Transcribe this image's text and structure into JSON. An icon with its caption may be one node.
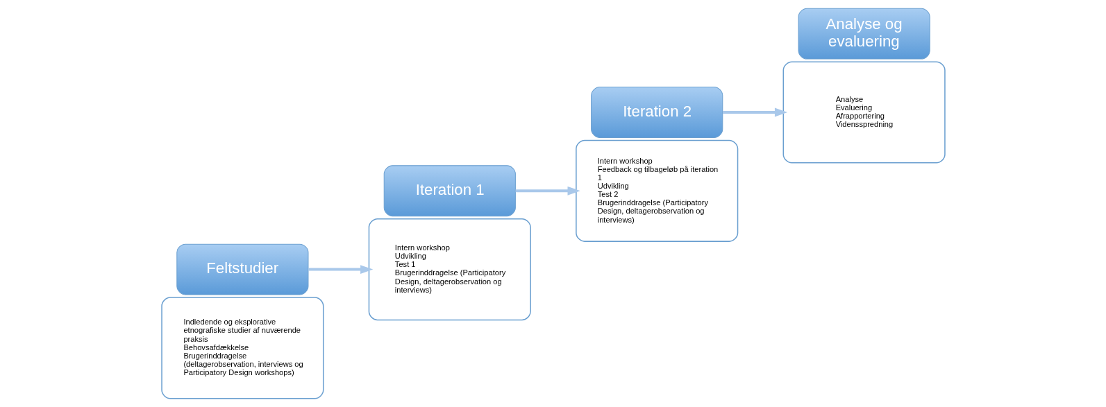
{
  "diagram": {
    "nodes": [
      {
        "text": [
          "Indledende og eksplorative etnografiske studier af nuværende praksis",
          "Behovsafdækkelse",
          "Brugerinddragelse (deltagerobservation, interviews og Participatory Design workshops)"
        ]
      },
      {
        "text": [
          "Feltstudier"
        ]
      },
      {
        "text": [
          "Iteration 1"
        ]
      },
      {
        "text": [
          "Intern workshop",
          "Udvikling",
          "Test 1",
          "Brugerinddragelse (Participatory Design, deltagerobservation og interviews)"
        ]
      },
      {
        "text": [
          "Intern workshop",
          "Feedback og tilbageløb på iteration 1",
          "Udvikling",
          "Test 2",
          "Brugerinddragelse (Participatory Design, deltagerobservation og interviews)"
        ]
      },
      {
        "text": [
          "Iteration 2"
        ]
      },
      {
        "text": [
          "Analyse og evaluering"
        ]
      },
      {
        "text": [
          "Analyse",
          "Evaluering",
          "Afrapportering",
          "Vidensspredning"
        ]
      }
    ],
    "edges": [
      {
        "from": 1,
        "to": 3,
        "arrow": "to"
      },
      {
        "from": 2,
        "to": 4,
        "arrow": "to"
      },
      {
        "from": 5,
        "to": 7,
        "arrow": "to"
      }
    ]
  }
}
